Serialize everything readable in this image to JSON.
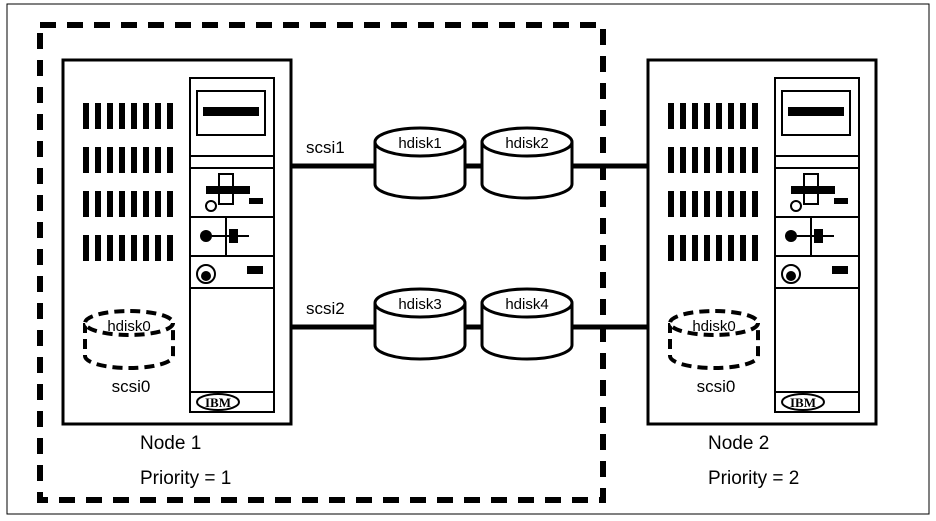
{
  "cable_labels": {
    "top": "scsi1",
    "bottom": "scsi2"
  },
  "shared_disks": [
    "hdisk1",
    "hdisk2",
    "hdisk3",
    "hdisk4"
  ],
  "nodes": [
    {
      "local_disk": "hdisk0",
      "local_adapter": "scsi0",
      "logo": "IBM",
      "name": "Node 1",
      "priority": "Priority = 1"
    },
    {
      "local_disk": "hdisk0",
      "local_adapter": "scsi0",
      "logo": "IBM",
      "name": "Node 2",
      "priority": "Priority = 2"
    }
  ]
}
